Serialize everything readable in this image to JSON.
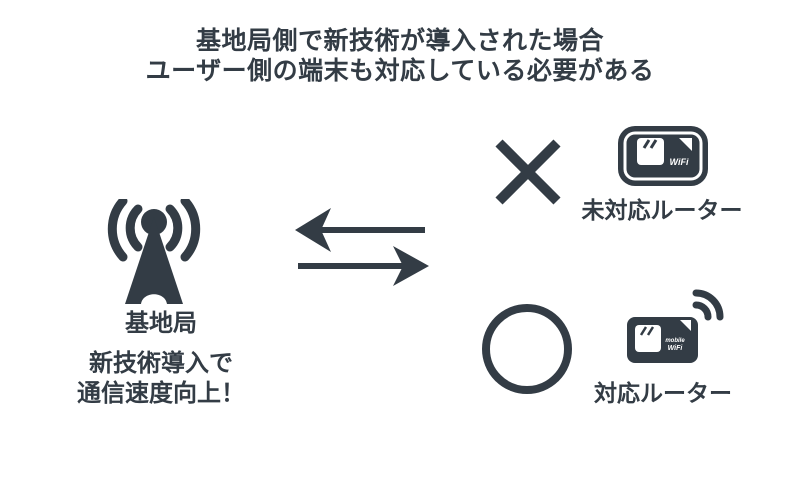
{
  "colors": {
    "ink": "#333C45",
    "background": "#FFFFFF"
  },
  "title": {
    "line1": "基地局側で新技術が導入された場合",
    "line2": "ユーザー側の端末も対応している必要がある"
  },
  "base_station": {
    "icon": "antenna-tower-icon",
    "label": "基地局",
    "caption_line1": "新技術導入で",
    "caption_line2": "通信速度向上！"
  },
  "exchange": {
    "icon": "bidirectional-arrows-icon",
    "directions": [
      "left",
      "right"
    ]
  },
  "incompatible_router": {
    "mark": "cross",
    "mark_icon": "cross-mark-icon",
    "device_icon": "wifi-router-icon",
    "device_text": "WiFi",
    "label": "未対応ルーター"
  },
  "compatible_router": {
    "mark": "circle",
    "mark_icon": "circle-mark-icon",
    "device_icon": "mobile-wifi-router-icon",
    "device_text_line1": "mobile",
    "device_text_line2": "WiFi",
    "label": "対応ルーター"
  }
}
